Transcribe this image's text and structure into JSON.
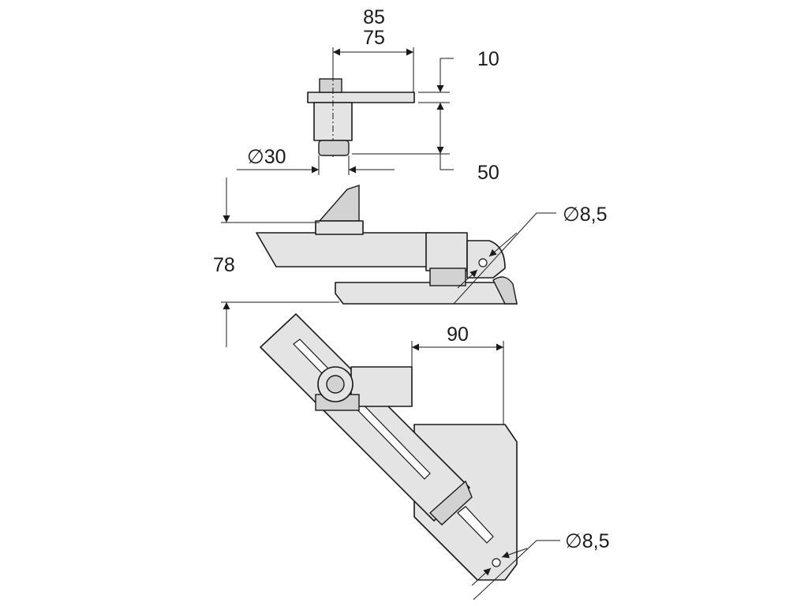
{
  "dimensions": {
    "width_outer": "85",
    "width_inner": "75",
    "plate_thickness": "10",
    "height_top": "50",
    "diameter_roller": "∅30",
    "hole_diameter_upper": "∅8,5",
    "height_middle": "78",
    "offset_bottom": "90",
    "hole_diameter_lower": "∅8,5"
  }
}
